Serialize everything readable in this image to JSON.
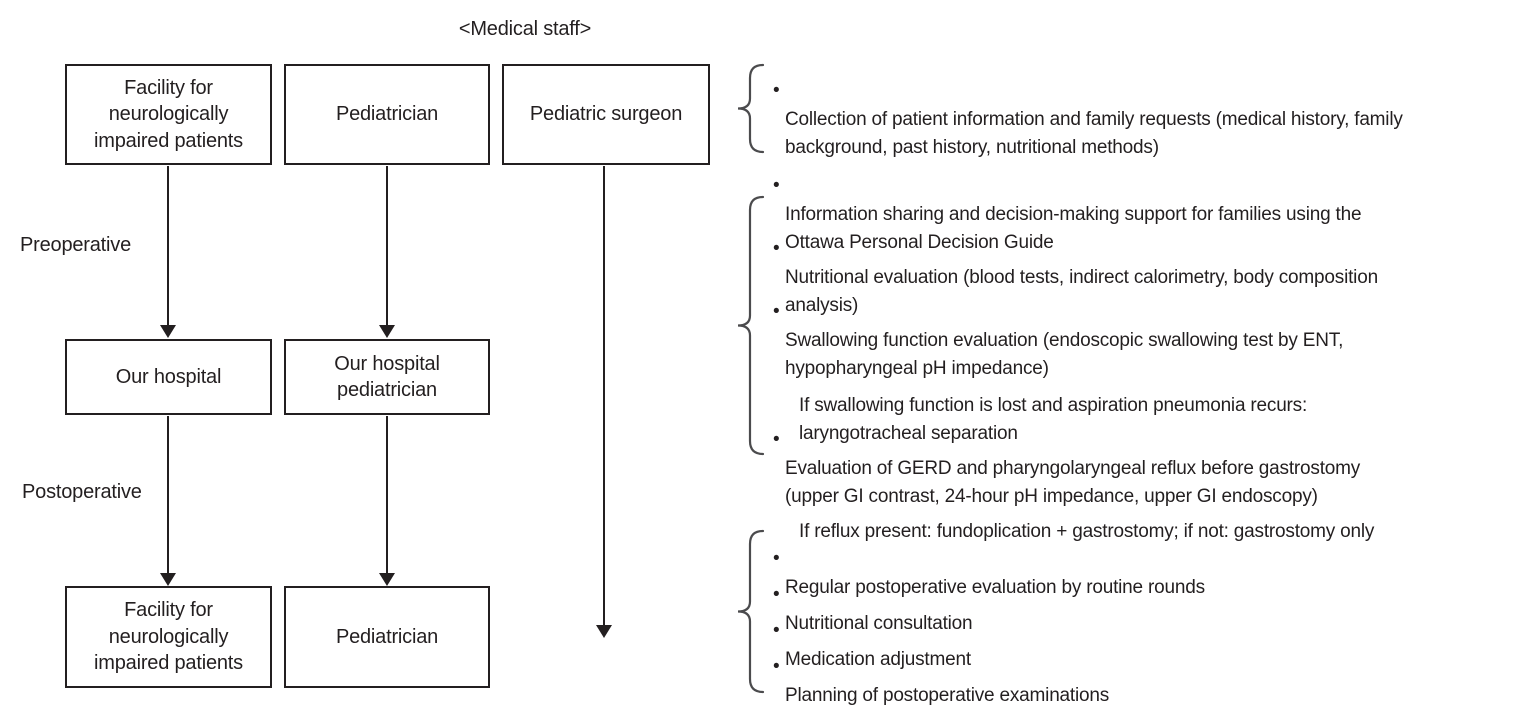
{
  "title": "<Medical staff>",
  "flowchart": {
    "stage_labels": {
      "preoperative": "Preoperative",
      "postoperative": "Postoperative"
    },
    "boxes": {
      "facility_top": "Facility for\nneurologically\nimpaired patients",
      "pediatrician_top": "Pediatrician",
      "pediatric_surgeon": "Pediatric surgeon",
      "our_hospital": "Our hospital",
      "our_hospital_pediatrician": "Our hospital\npediatrician",
      "facility_bottom": "Facility for\nneurologically\nimpaired patients",
      "pediatrician_bottom": "Pediatrician"
    }
  },
  "annotations": {
    "bullet_char": "•",
    "items": [
      {
        "type": "bullet",
        "text": "Collection of patient information and family requests (medical history, family\nbackground, past history, nutritional methods)"
      },
      {
        "type": "bullet",
        "text": "Information sharing and decision-making support for families using the\nOttawa Personal Decision Guide"
      },
      {
        "type": "bullet",
        "text": "Nutritional evaluation (blood tests, indirect calorimetry, body composition\nanalysis)"
      },
      {
        "type": "bullet",
        "text": "Swallowing function evaluation (endoscopic swallowing test by ENT,\nhypopharyngeal pH impedance)"
      },
      {
        "type": "note",
        "text": "If swallowing function is lost and aspiration pneumonia recurs:\nlaryngotracheal separation"
      },
      {
        "type": "bullet",
        "text": "Evaluation of GERD and pharyngolaryngeal reflux before gastrostomy\n(upper GI contrast, 24-hour pH impedance, upper GI endoscopy)"
      },
      {
        "type": "note",
        "text": "If reflux present: fundoplication + gastrostomy; if not: gastrostomy only"
      },
      {
        "type": "bullet",
        "text": "Regular postoperative evaluation by routine rounds"
      },
      {
        "type": "bullet",
        "text": "Nutritional consultation"
      },
      {
        "type": "bullet",
        "text": "Medication adjustment"
      },
      {
        "type": "bullet",
        "text": "Planning of postoperative examinations"
      }
    ]
  },
  "colors": {
    "ink": "#231f20",
    "brace": "#4b4b4d",
    "background": "#ffffff"
  }
}
